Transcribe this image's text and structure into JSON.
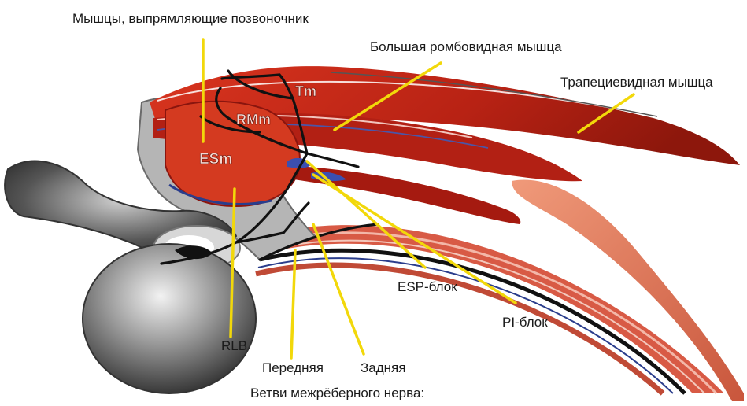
{
  "labels": {
    "erector_spinae": "Мышцы, выпрямляющие позвоночник",
    "rhomboid_major": "Большая ромбовидная мышца",
    "trapezius": "Трапециевидная мышца",
    "esp_block": "ESP-блок",
    "pi_block": "PI-блок",
    "rlb": "RLB",
    "anterior": "Передняя",
    "posterior": "Задняя",
    "nerve_branches": "Ветви межрёберного нерва:"
  },
  "muscle_tags": {
    "tm": "Tm",
    "rmm": "RMm",
    "esm": "ESm"
  },
  "colors": {
    "muscle_red": "#c0281a",
    "muscle_dark": "#8a150e",
    "leader_yellow": "#f2d80a",
    "bone_gray": "#9a9a9a",
    "pleura_salmon": "#e07a5f",
    "nerve_black": "#111111"
  }
}
